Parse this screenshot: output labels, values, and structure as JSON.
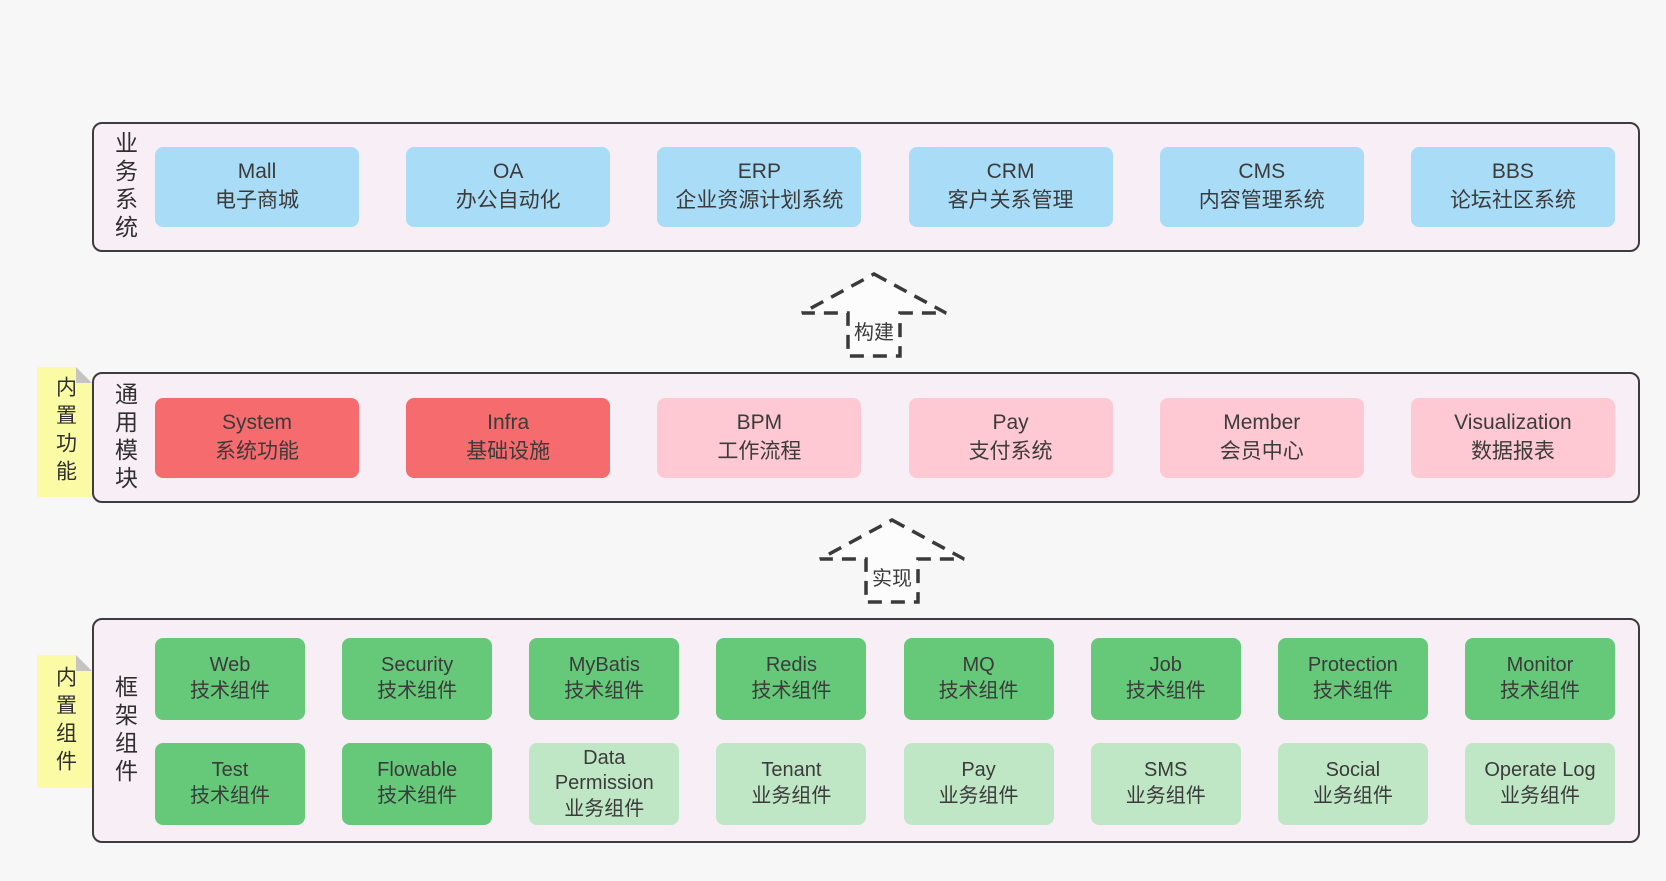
{
  "colors": {
    "page_bg": "#f7f7f7",
    "layer_bg": "#f8eef6",
    "layer_border": "#3c3c3c",
    "blue": "#a9dcf7",
    "red": "#f56b6e",
    "pink": "#ffc9d3",
    "green_dark": "#66c879",
    "green_light": "#c0e7c5",
    "yellow_note": "#fbfba6",
    "note_fold": "#c4c4c4",
    "text_dark": "#3b3b3b",
    "arrow": "#3a3a3a"
  },
  "layers": [
    {
      "label": "业务系统",
      "boxes": [
        {
          "title": "Mall",
          "subtitle": "电子商城",
          "variant": "blue"
        },
        {
          "title": "OA",
          "subtitle": "办公自动化",
          "variant": "blue"
        },
        {
          "title": "ERP",
          "subtitle": "企业资源计划系统",
          "variant": "blue"
        },
        {
          "title": "CRM",
          "subtitle": "客户关系管理",
          "variant": "blue"
        },
        {
          "title": "CMS",
          "subtitle": "内容管理系统",
          "variant": "blue"
        },
        {
          "title": "BBS",
          "subtitle": "论坛社区系统",
          "variant": "blue"
        }
      ]
    },
    {
      "label": "通用模块",
      "note": "内置功能",
      "boxes": [
        {
          "title": "System",
          "subtitle": "系统功能",
          "variant": "red"
        },
        {
          "title": "Infra",
          "subtitle": "基础设施",
          "variant": "red"
        },
        {
          "title": "BPM",
          "subtitle": "工作流程",
          "variant": "pink"
        },
        {
          "title": "Pay",
          "subtitle": "支付系统",
          "variant": "pink"
        },
        {
          "title": "Member",
          "subtitle": "会员中心",
          "variant": "pink"
        },
        {
          "title": "Visualization",
          "subtitle": "数据报表",
          "variant": "pink"
        }
      ]
    },
    {
      "label": "框架组件",
      "note": "内置组件",
      "boxes": [
        {
          "title": "Web",
          "subtitle": "技术组件",
          "variant": "green_dark"
        },
        {
          "title": "Security",
          "subtitle": "技术组件",
          "variant": "green_dark"
        },
        {
          "title": "MyBatis",
          "subtitle": "技术组件",
          "variant": "green_dark"
        },
        {
          "title": "Redis",
          "subtitle": "技术组件",
          "variant": "green_dark"
        },
        {
          "title": "MQ",
          "subtitle": "技术组件",
          "variant": "green_dark"
        },
        {
          "title": "Job",
          "subtitle": "技术组件",
          "variant": "green_dark"
        },
        {
          "title": "Protection",
          "subtitle": "技术组件",
          "variant": "green_dark"
        },
        {
          "title": "Monitor",
          "subtitle": "技术组件",
          "variant": "green_dark"
        },
        {
          "title": "Test",
          "subtitle": "技术组件",
          "variant": "green_dark"
        },
        {
          "title": "Flowable",
          "subtitle": "技术组件",
          "variant": "green_dark"
        },
        {
          "title": "Data Permission",
          "subtitle": "业务组件",
          "variant": "green_light"
        },
        {
          "title": "Tenant",
          "subtitle": "业务组件",
          "variant": "green_light"
        },
        {
          "title": "Pay",
          "subtitle": "业务组件",
          "variant": "green_light"
        },
        {
          "title": "SMS",
          "subtitle": "业务组件",
          "variant": "green_light"
        },
        {
          "title": "Social",
          "subtitle": "业务组件",
          "variant": "green_light"
        },
        {
          "title": "Operate Log",
          "subtitle": "业务组件",
          "variant": "green_light"
        }
      ]
    }
  ],
  "arrows": [
    {
      "label": "构建"
    },
    {
      "label": "实现"
    }
  ]
}
